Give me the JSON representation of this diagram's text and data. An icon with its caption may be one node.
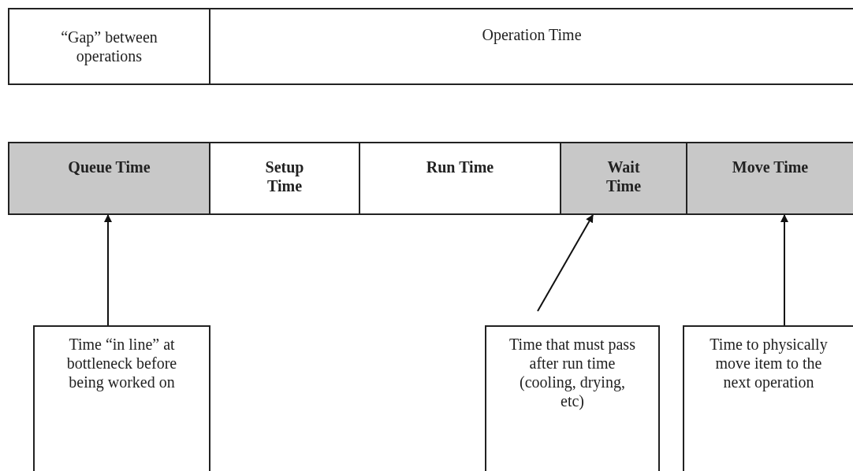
{
  "diagram": {
    "nodes": [
      {
        "text": [
          "“Gap” between operations"
        ]
      },
      {
        "text": [
          "Operation Time"
        ]
      },
      {
        "text": [
          "Queue Time"
        ]
      },
      {
        "text": [
          "Setup Time"
        ]
      },
      {
        "text": [
          "Run Time"
        ]
      },
      {
        "text": [
          "Wait Time"
        ]
      },
      {
        "text": [
          "Move Time"
        ]
      },
      {
        "text": [
          "Time “in line” at bottleneck before being worked on"
        ]
      },
      {
        "text": [
          "Time that must pass after run time (cooling, drying, etc)"
        ]
      },
      {
        "text": [
          "Time to physically move item to the next operation"
        ]
      }
    ],
    "edges": [
      {
        "from": 7,
        "to": 2,
        "arrow": "to"
      },
      {
        "from": 8,
        "to": 5,
        "arrow": "to"
      },
      {
        "from": 9,
        "to": 6,
        "arrow": "to"
      }
    ]
  }
}
